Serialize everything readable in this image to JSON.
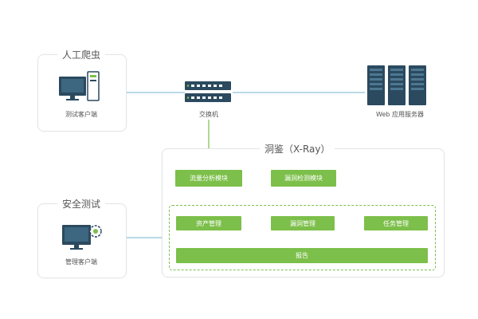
{
  "manual_crawler": {
    "title": "人工爬虫",
    "client_label": "测试客户端"
  },
  "security_test": {
    "title": "安全测试",
    "client_label": "管理客户端"
  },
  "switch": {
    "label": "交换机"
  },
  "web_server": {
    "label": "Web 应用服务器"
  },
  "xray": {
    "title": "洞鉴（X-Ray）",
    "traffic_module": "流量分析模块",
    "vuln_module": "漏洞检测模块",
    "asset_mgmt": "资产管理",
    "vuln_mgmt": "漏洞管理",
    "task_mgmt": "任务管理",
    "report": "报告"
  },
  "colors": {
    "accent": "#7cbf4a",
    "line": "#8fc3d6",
    "server": "#2b4a5f"
  }
}
